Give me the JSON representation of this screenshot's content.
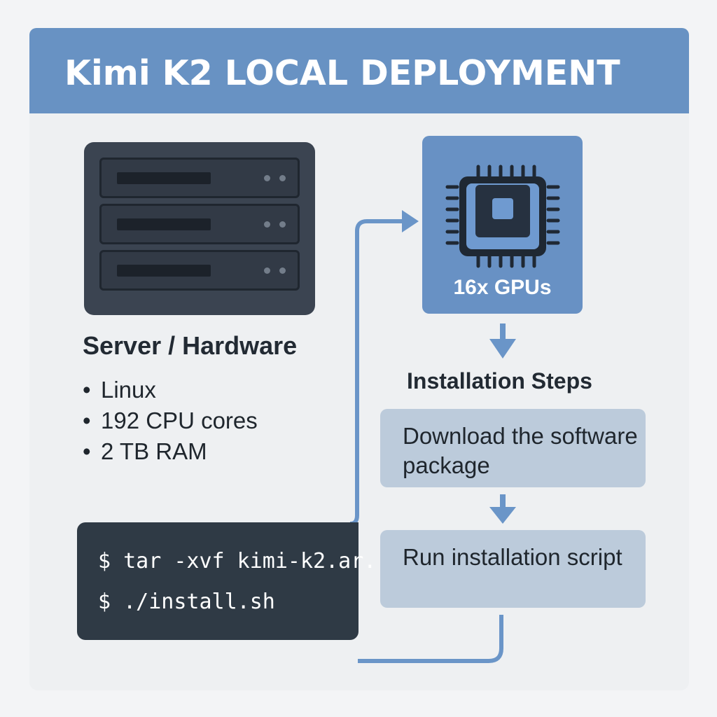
{
  "header": {
    "title": "Kimi K2 LOCAL DEPLOYMENT"
  },
  "server": {
    "icon": "server-rack-icon",
    "title": "Server / Hardware",
    "bullet": "•",
    "specs": [
      "Linux",
      "192 CPU cores",
      "2 TB RAM"
    ]
  },
  "gpu": {
    "icon": "gpu-chip-icon",
    "label": "16x GPUs"
  },
  "installation": {
    "title": "Installation Steps",
    "steps": [
      "Download the software package",
      "Run installation script"
    ]
  },
  "terminal": {
    "commands": [
      "$ tar -xvf kimi-k2.ar.",
      "$ ./install.sh"
    ]
  },
  "colors": {
    "banner": "#6892c3",
    "accent_blue": "#6891c4",
    "step_box": "#bccbdb",
    "dark": "#2f3a45",
    "connector": "#6a95c8"
  }
}
